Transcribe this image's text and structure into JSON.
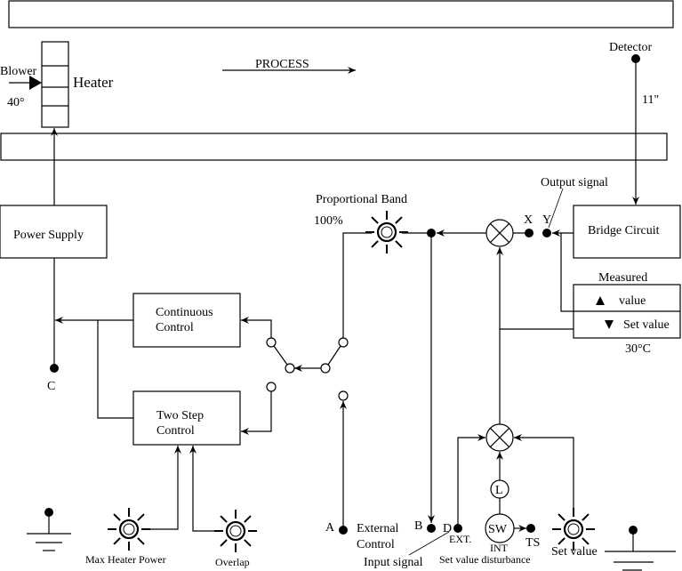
{
  "labels": {
    "blower": "Blower",
    "blower_temp": "40°",
    "heater": "Heater",
    "process": "PROCESS",
    "detector": "Detector",
    "detector_value": "11\"",
    "power_supply": "Power Supply",
    "continuous_control_1": "Continuous",
    "continuous_control_2": "Control",
    "two_step_1": "Two Step",
    "two_step_2": "Control",
    "c": "C",
    "proportional_band": "Proportional Band",
    "pb_value": "100%",
    "output_signal": "Output signal",
    "x": "X",
    "y": "Y",
    "bridge_circuit": "Bridge Circuit",
    "measured": "Measured",
    "measured_value": "value",
    "set_value_box": "Set value",
    "set_temp": "30°C",
    "a": "A",
    "external_1": "External",
    "external_2": "Control",
    "b": "B",
    "d": "D",
    "ext": "EXT.",
    "input_signal": "Input signal",
    "l": "L",
    "sw": "SW",
    "int": "INT",
    "ts": "TS",
    "set_value_disturbance": "Set value disturbance",
    "set_value": "Set value",
    "max_heater_power": "Max Heater Power",
    "overlap": "Overlap"
  }
}
